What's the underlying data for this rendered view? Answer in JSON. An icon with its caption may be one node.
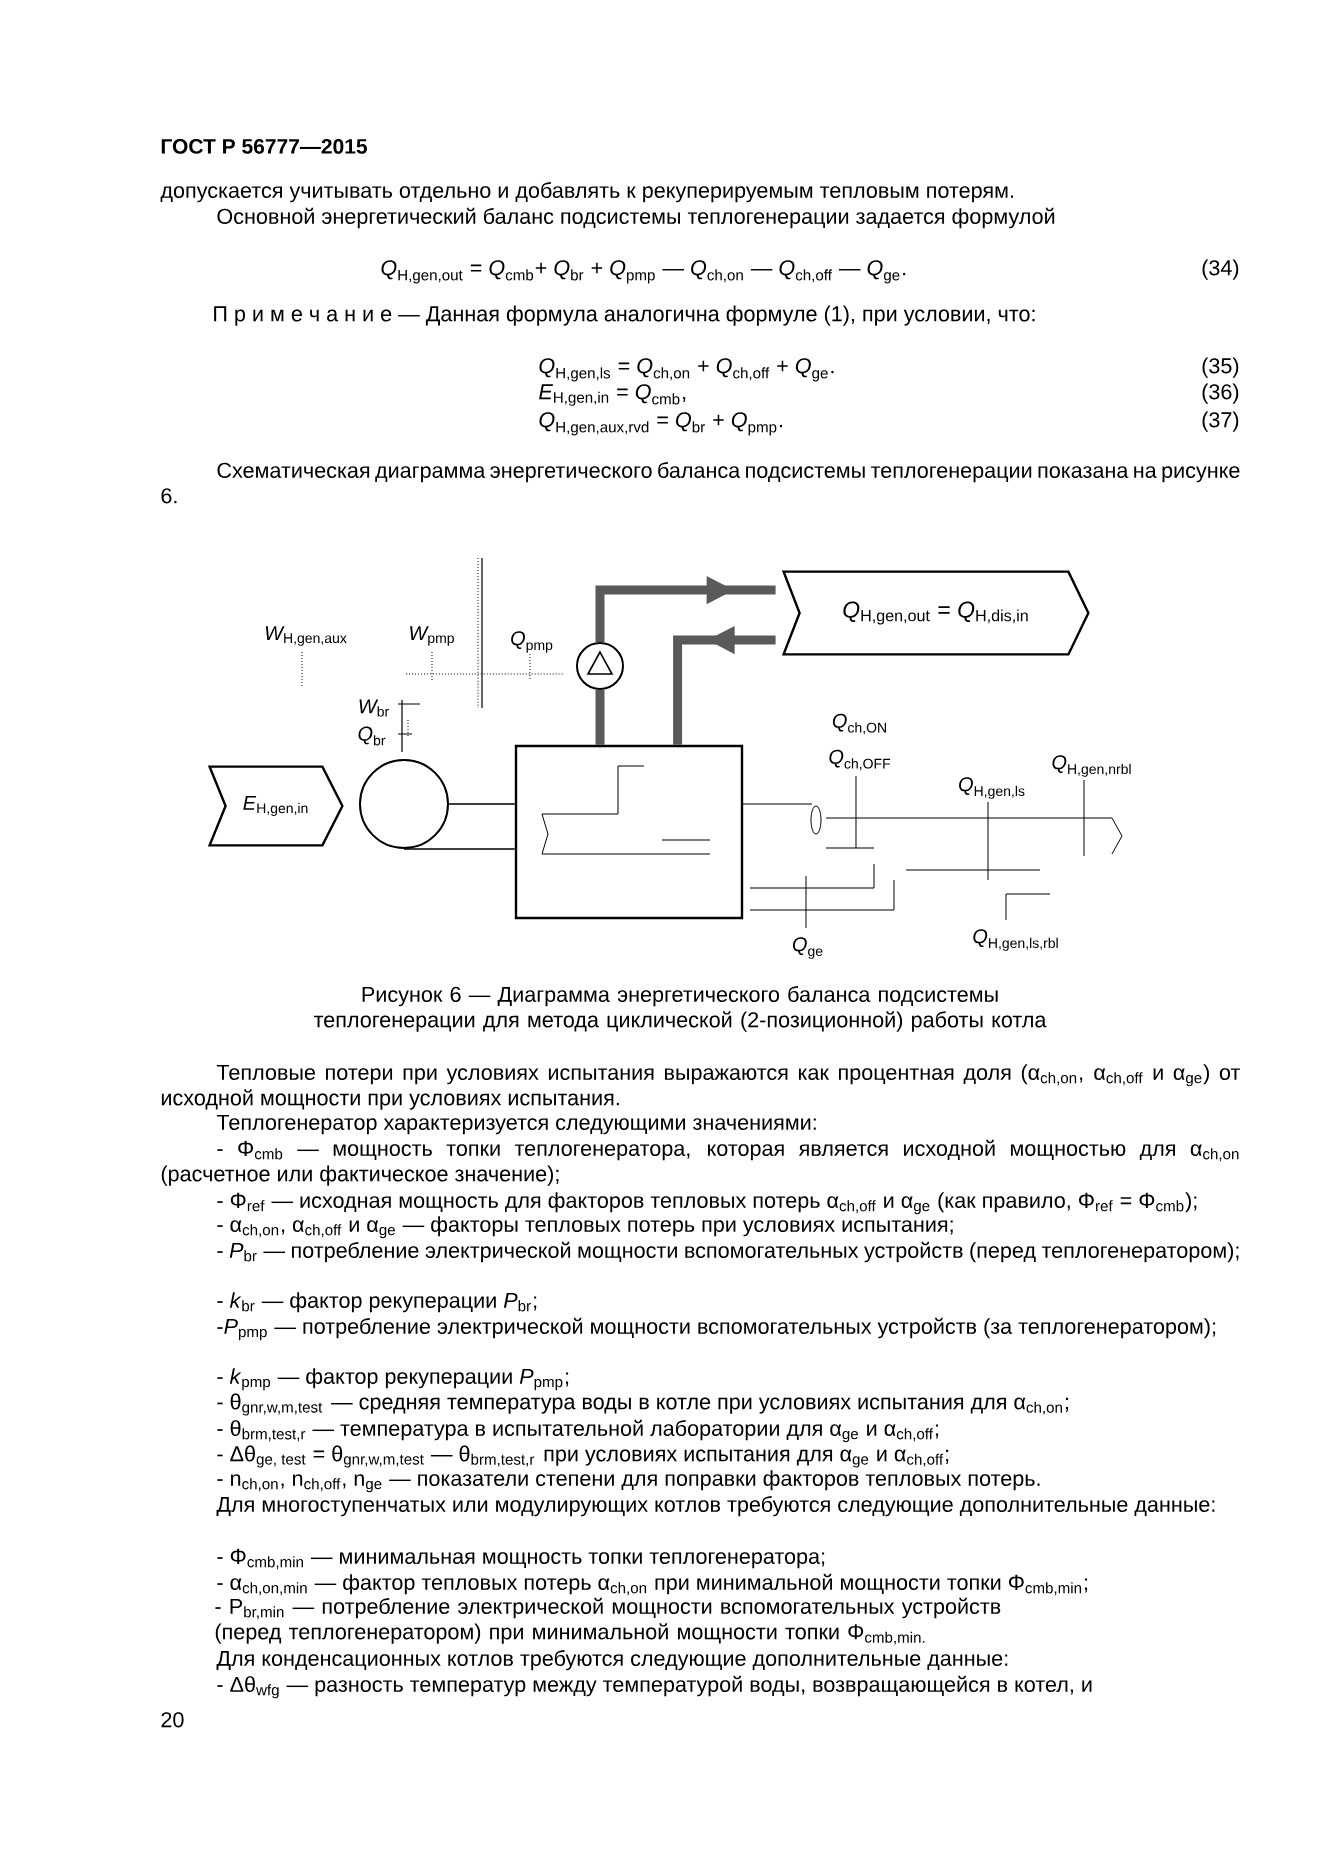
{
  "diagram": {
    "caption": "Рисунок 6 — Диаграмма энергетического баланса подсистемы теплогенерации для метода циклической (2-позиционной) работы котла",
    "nodes": [
      {
        "text": [
          "*E*$_{H,gen,in}$"
        ]
      },
      {
        "text": [],
        "shape": "circle"
      },
      {
        "text": [],
        "shape": "box"
      },
      {
        "text": [],
        "shape": "circle"
      },
      {
        "text": [
          "*Q*$_{H,gen,out}$ = *Q*$_{H,dis,in}$"
        ]
      }
    ],
    "edges": [
      {
        "from": 1,
        "to": 2,
        "arrow": "none",
        "color": "#000000"
      },
      {
        "from": 2,
        "to": 3,
        "arrow": "none"
      },
      {
        "from": 3,
        "to": 4,
        "arrow": "to"
      },
      {
        "from": 4,
        "to": 2,
        "arrow": "to"
      }
    ],
    "labels": [
      "ГОСТ Р 56777—2015",
      "допускается учитывать отдельно и добавлять к рекуперируемым тепловым потерям.",
      "Основной энергетический баланс подсистемы теплогенерации задается формулой",
      "\\textit{Q}_{\\text{H,gen,out}}\\text{ = }\\textit{Q}_{\\text{cmb}}\\text{+ }\\textit{Q}_{\\text{br}}\\text{ + }\\textit{Q}_{\\text{pmp}}\\text{ — }\\textit{Q}_{\\text{ch,on}}\\text{ — }\\textit{Q}_{\\text{ch,off}}\\text{ — }\\textit{Q}_{\\text{ge}}\\text{.}",
      "(34)",
      "П р и м е ч а н и е — Данная формула аналогична формуле (1), при условии, что:",
      "\\textit{Q}_{\\text{H,gen,ls}}\\text{ = }\\textit{Q}_{\\text{ch,on}}\\text{ + }\\textit{Q}_{\\text{ch,off}}\\text{ + }\\textit{Q}_{\\text{ge}}\\text{.}",
      "(35)",
      "\\textit{E}_{\\text{H,gen,in}}\\text{ = }\\textit{Q}_{\\text{cmb}}\\text{,}",
      "(36)",
      "\\textit{Q}_{\\text{H,gen,aux,rvd}}\\text{ = }\\textit{Q}_{\\text{br}}\\text{ + }\\textit{Q}_{\\text{pmp}}\\text{.}",
      "(37)",
      "Схематическая диаграмма энергетического баланса подсистемы теплогенерации показана на рисунке 6.",
      "\\textit{W}_{\\text{H,gen,aux}}",
      "\\textit{W}_{\\text{pmp}}",
      "\\textit{Q}_{\\text{pmp}}",
      "\\textit{W}_{\\text{br}}",
      "\\textit{Q}_{\\text{br}}",
      "\\textit{Q}_{\\text{ch,ON}}",
      "\\textit{Q}_{\\text{ch,OFF}}",
      "\\textit{Q}_{\\text{H,gen,nrbl}}",
      "\\textit{Q}_{\\text{H,gen,ls}}",
      "\\textit{Q}_{\\text{ge}}",
      "\\textit{Q}_{\\text{H,gen,ls,rbl}}",
      "Тепловые потери при условиях испытания выражаются как процентная доля (α$_{ch,on}$, α$_{ch,off}$ и α$_{ge}$) от исходной мощности при условиях испытания.",
      "Теплогенератор характеризуется следующими значениями:",
      "- Φ$_{cmb}$ — мощность топки теплогенератора, которая является исходной мощностью для α$_{ch,on}$ (расчетное или фактическое значение);",
      "- Φ$_{ref}$ — исходная мощность для факторов тепловых потерь α$_{ch,off}$ и α$_{ge}$ (как правило, Φ$_{ref}$ = Φ$_{cmb}$);",
      "- α$_{ch,on}$, α$_{ch,off}$ и α$_{ge}$ — факторы тепловых потерь при условиях испытания;",
      "- *P*$_{br}$ — потребление электрической мощности вспомогательных устройств (перед теплогенератором);",
      "- *k*$_{br}$ — фактор рекуперации *P*$_{br}$;",
      "-*P*$_{pmp}$ — потребление электрической мощности вспомогательных устройств (за теплогенератором);",
      "- *k*$_{pmp}$ — фактор рекуперации *P*$_{pmp}$;",
      "\\text{- θ}_{\\text{gnr,w,m,test}}",
      "— средняя температура воды в котле при условиях испытания для α$_{ch,on}$;",
      "- θ$_{brm,test,r}$ — температура в испытательной лаборатории для α$_{ge}$ и α$_{ch,off}$;",
      "\\text{- Δθ}_{\\text{ge, test}}\\text{ = θ}_{\\text{gnr,w,m,test}}\\text{ — θ}_{\\text{brm,test,r}}",
      "при условиях испытания для α$_{ge}$ и α$_{ch,off}$;",
      "- n$_{ch,on}$, n$_{ch,off}$, n$_{ge}$ — показатели степени для поправки факторов тепловых потерь.",
      "Для многоступенчатых или модулирующих котлов требуются следующие дополнительные данные:",
      "- Φ$_{cmb,min}$ — минимальная мощность топки теплогенератора;",
      "- α$_{ch,on,min}$ — фактор тепловых потерь α$_{ch,on}$ при минимальной мощности топки Φ$_{cmb,min}$;",
      "- P$_{br,min}$ — потребление электрической мощности вспомогательных устройств (перед теплогенератором) при минимальной мощности топки Φ$_{cmb,min.}$",
      "Для конденсационных котлов требуются следующие дополнительные данные:",
      "- Δθ$_{wfg}$ — разность температур между температурой воды, возвращающейся в котел, и",
      "20"
    ]
  }
}
